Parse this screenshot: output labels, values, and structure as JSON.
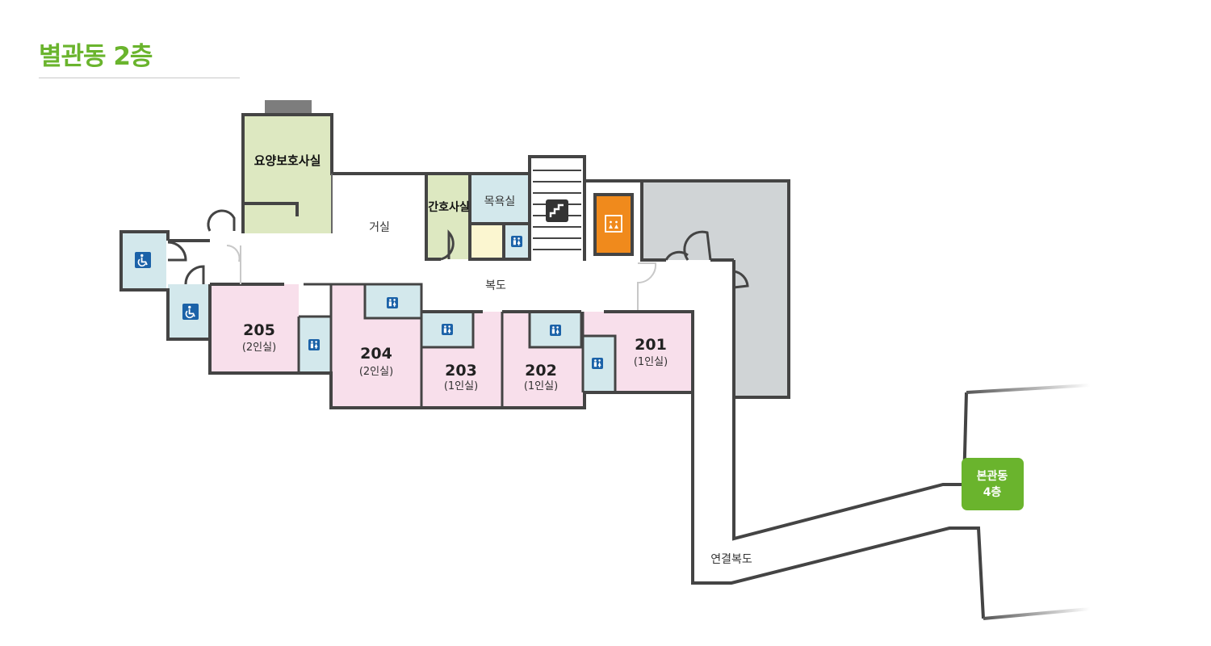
{
  "title": "별관동 2층",
  "colors": {
    "accent": "#6ab42d",
    "wall": "#444444",
    "patient_room": "#f8dfeb",
    "restroom": "#d3e8ec",
    "care_room": "#dde8c1",
    "pantry": "#fbf6d0",
    "elevator": "#f08a1c",
    "service_area": "#d0d4d6",
    "icon_blue": "#1b62a8"
  },
  "labels": {
    "care_room": "요양보호사실",
    "nurse_room": "간호사실",
    "bath_room": "목욕실",
    "living_room": "거실",
    "corridor": "복도",
    "connecting_corridor": "연결복도",
    "main_building_line1": "본관동",
    "main_building_line2": "4층"
  },
  "rooms": [
    {
      "number": "205",
      "capacity": "(2인실)"
    },
    {
      "number": "204",
      "capacity": "(2인실)"
    },
    {
      "number": "203",
      "capacity": "(1인실)"
    },
    {
      "number": "202",
      "capacity": "(1인실)"
    },
    {
      "number": "201",
      "capacity": "(1인실)"
    }
  ],
  "icons": [
    "wheelchair-icon",
    "restroom-icon",
    "stairs-icon",
    "elevator-icon"
  ]
}
